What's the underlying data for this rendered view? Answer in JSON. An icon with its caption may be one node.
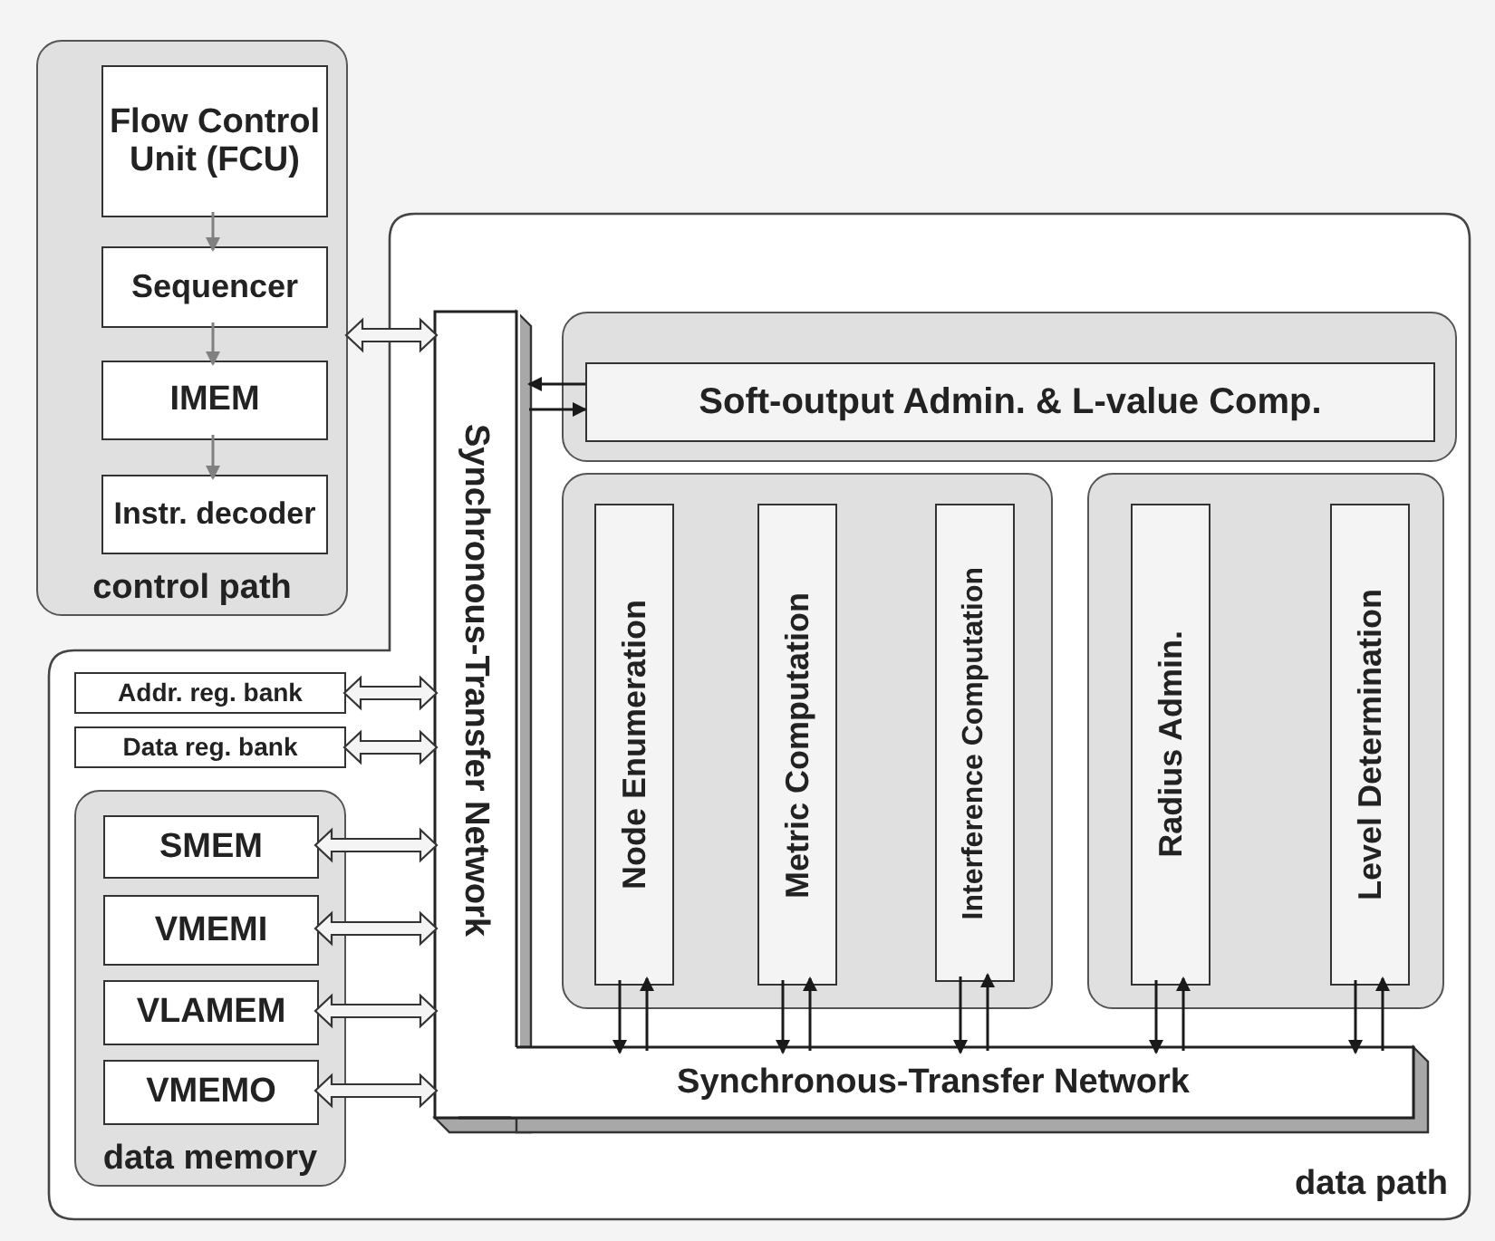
{
  "diagram": {
    "nodes": [
      {
        "text": [
          "control path"
        ]
      },
      {
        "text": [
          "Flow Control Unit (FCU)"
        ],
        "in": 0
      },
      {
        "text": [
          "Sequencer"
        ],
        "in": 0
      },
      {
        "text": [
          "IMEM"
        ],
        "in": 0
      },
      {
        "text": [
          "Instr. decoder"
        ],
        "in": 0
      },
      {
        "text": [
          "data path"
        ]
      },
      {
        "text": [
          "Synchronous-Transfer Network"
        ],
        "in": 5
      },
      {
        "text": [
          "Synchronous-Transfer Network"
        ],
        "in": 5
      },
      {
        "text": [
          "Addr. reg. bank"
        ],
        "in": 5
      },
      {
        "text": [
          "Data reg. bank"
        ],
        "in": 5
      },
      {
        "text": [
          "data memory"
        ],
        "in": 5
      },
      {
        "text": [
          "SMEM"
        ],
        "in": 10
      },
      {
        "text": [
          "VMEMI"
        ],
        "in": 10
      },
      {
        "text": [
          "VLAMEM"
        ],
        "in": 10
      },
      {
        "text": [
          "VMEMO"
        ],
        "in": 10
      },
      {
        "text": [],
        "shape": "box",
        "in": 5
      },
      {
        "text": [
          "Soft-output Admin. & L-value Comp."
        ],
        "in": 15
      },
      {
        "text": [],
        "shape": "box",
        "in": 5
      },
      {
        "text": [
          "Node Enumeration"
        ],
        "in": 17
      },
      {
        "text": [
          "Metric Computation"
        ],
        "in": 17
      },
      {
        "text": [
          "Interference Computation"
        ],
        "in": 17
      },
      {
        "text": [],
        "shape": "box",
        "in": 5
      },
      {
        "text": [
          "Radius Admin."
        ],
        "in": 21
      },
      {
        "text": [
          "Level Determination"
        ],
        "in": 21
      }
    ],
    "edges": [
      {
        "from": 1,
        "to": 2,
        "arrow": "to",
        "color": "#808080"
      },
      {
        "from": 2,
        "to": 3,
        "arrow": "to",
        "color": "#808080"
      },
      {
        "from": 3,
        "to": 4,
        "arrow": "to",
        "color": "#808080"
      },
      {
        "from": 0,
        "to": 6,
        "arrow": "both",
        "style": "thick"
      },
      {
        "from": 8,
        "to": 6,
        "arrow": "both",
        "style": "thick"
      },
      {
        "from": 9,
        "to": 6,
        "arrow": "both",
        "style": "thick"
      },
      {
        "from": 11,
        "to": 6,
        "arrow": "both",
        "style": "thick"
      },
      {
        "from": 12,
        "to": 6,
        "arrow": "both",
        "style": "thick"
      },
      {
        "from": 13,
        "to": 6,
        "arrow": "both",
        "style": "thick"
      },
      {
        "from": 14,
        "to": 6,
        "arrow": "both",
        "style": "thick"
      },
      {
        "from": 16,
        "to": 6,
        "arrow": "to"
      },
      {
        "from": 6,
        "to": 16,
        "arrow": "to"
      },
      {
        "from": 18,
        "to": 7,
        "arrow": "to"
      },
      {
        "from": 7,
        "to": 18,
        "arrow": "to"
      },
      {
        "from": 19,
        "to": 7,
        "arrow": "to"
      },
      {
        "from": 7,
        "to": 19,
        "arrow": "to"
      },
      {
        "from": 20,
        "to": 7,
        "arrow": "to"
      },
      {
        "from": 7,
        "to": 20,
        "arrow": "to"
      },
      {
        "from": 22,
        "to": 7,
        "arrow": "to"
      },
      {
        "from": 7,
        "to": 22,
        "arrow": "to"
      },
      {
        "from": 23,
        "to": 7,
        "arrow": "to"
      },
      {
        "from": 7,
        "to": 23,
        "arrow": "to"
      }
    ]
  }
}
